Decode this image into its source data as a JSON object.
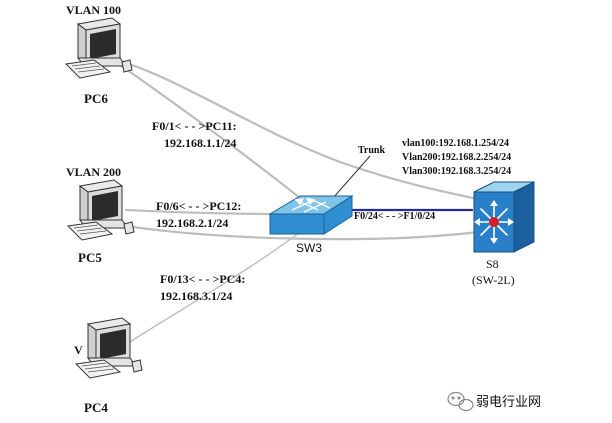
{
  "hosts": [
    {
      "vlan": "VLAN 100",
      "name": "PC6"
    },
    {
      "vlan": "VLAN 200",
      "name": "PC5"
    },
    {
      "vlan": "V",
      "name": "PC4"
    }
  ],
  "links": {
    "pc6": {
      "line1": "F0/1< - - >PC11:",
      "line2": "192.168.1.1/24"
    },
    "pc5": {
      "line1": "F0/6< - - >PC12:",
      "line2": "192.168.2.1/24"
    },
    "pc4": {
      "line1": "F0/13< - - >PC4:",
      "line2": "192.168.3.1/24"
    },
    "trunk": "Trunk",
    "uplink": "F0/24< - - >F1/0/24"
  },
  "switch": {
    "name": "SW3"
  },
  "core": {
    "name": "S8",
    "sub": "(SW-2L)",
    "vlan_ifs": [
      "vlan100:192.168.1.254/24",
      "Vlan200:192.168.2.254/24",
      "Vlan300:192.168.3.254/24"
    ]
  },
  "watermark": "弱电行业网",
  "colors": {
    "cable": "#bdbdbd",
    "trunk_cable": "#2b2a8f",
    "switch_top": "#7fc3e8",
    "switch_front": "#2f8fd0",
    "core_top": "#9fd4f0",
    "core_front": "#2a7fc9",
    "core_side": "#1c5f9e",
    "core_dot": "#d81b2a"
  }
}
